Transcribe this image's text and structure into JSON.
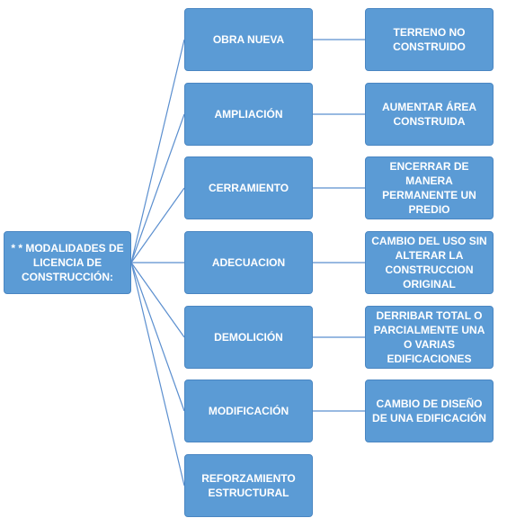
{
  "root": {
    "label": "* * MODALIDADES DE\nLICENCIA DE\nCONSTRUCCIÓN:"
  },
  "branches": [
    {
      "label": "OBRA NUEVA",
      "detail": "TERRENO NO CONSTRUIDO"
    },
    {
      "label": "AMPLIACIÓN",
      "detail": "AUMENTAR ÁREA CONSTRUIDA"
    },
    {
      "label": "CERRAMIENTO",
      "detail": "ENCERRAR DE MANERA PERMANENTE UN PREDIO"
    },
    {
      "label": "ADECUACION",
      "detail": "CAMBIO DEL USO SIN ALTERAR LA CONSTRUCCION ORIGINAL"
    },
    {
      "label": "DEMOLICIÓN",
      "detail": "DERRIBAR TOTAL O PARCIALMENTE UNA O VARIAS EDIFICACIONES"
    },
    {
      "label": "MODIFICACIÓN",
      "detail": "CAMBIO DE DISEÑO DE UNA EDIFICACIÓN"
    },
    {
      "label": "REFORZAMIENTO ESTRUCTURAL"
    }
  ],
  "colors": {
    "node_fill": "#5b9bd5",
    "node_border": "#4a86c2",
    "connector": "#5b8fcf",
    "text": "#ffffff"
  }
}
